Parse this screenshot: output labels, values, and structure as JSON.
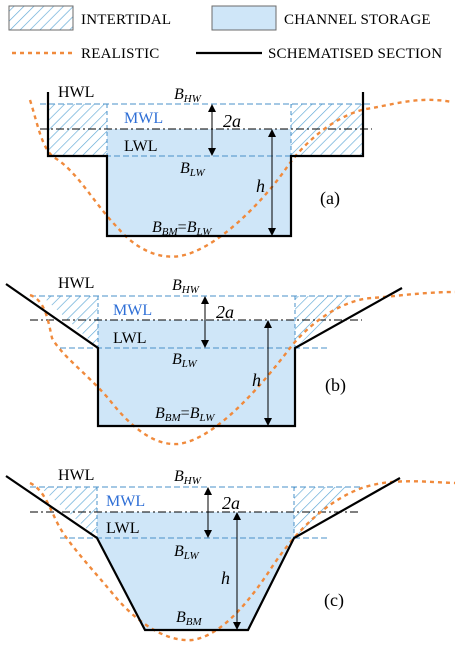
{
  "legend": {
    "intertidal": "INTERTIDAL",
    "channel_storage": "CHANNEL STORAGE",
    "realistic": "REALISTIC",
    "schematised": "SCHEMATISED SECTION"
  },
  "colors": {
    "storage_fill": "#cfe6f8",
    "hatch_stroke": "#5fa8d6",
    "realistic_line": "#f08a3c",
    "water_level_line": "#4a90c9",
    "mwl_text": "#2f6fd6",
    "section_line": "#000000"
  },
  "labels": {
    "hwl": "HWL",
    "mwl": "MWL",
    "lwl": "LWL",
    "b_main": "B",
    "sub_hw": "HW",
    "sub_lw": "LW",
    "sub_bm": "BM",
    "equals": "=",
    "two_a": "2a",
    "h": "h"
  },
  "panels": [
    {
      "tag": "(a)",
      "shape": "rectangular"
    },
    {
      "tag": "(b)",
      "shape": "sloped-intertidal"
    },
    {
      "tag": "(c)",
      "shape": "trapezoidal"
    }
  ]
}
